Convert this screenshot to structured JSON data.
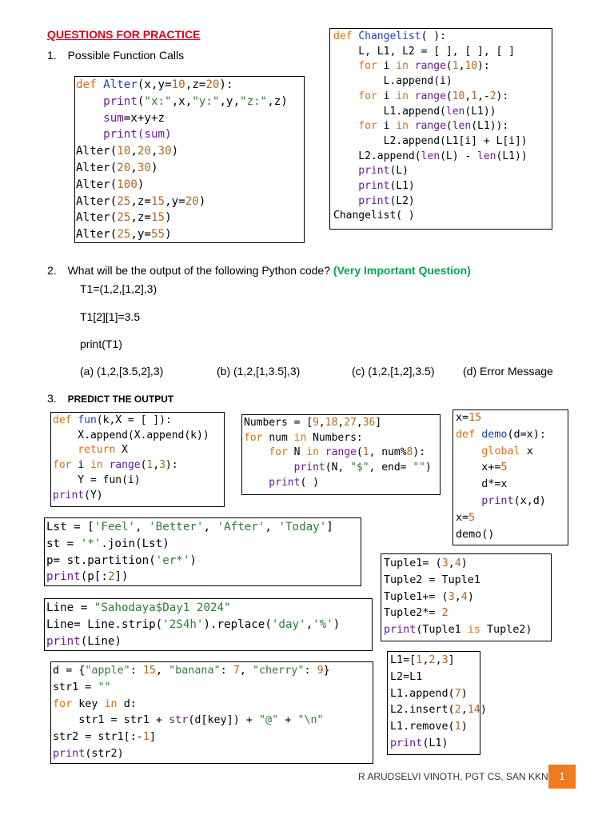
{
  "heading": "QUESTIONS FOR PRACTICE",
  "q1": {
    "label": "1.",
    "title": "Possible Function Calls"
  },
  "alter_code": [
    [
      [
        "def ",
        "kw"
      ],
      [
        "Alter",
        "blue"
      ],
      [
        "(x,y=",
        ""
      ],
      [
        "10",
        "num"
      ],
      [
        ",z=",
        ""
      ],
      [
        "20",
        "num"
      ],
      [
        "):",
        ""
      ]
    ],
    [
      [
        "    print",
        "fn"
      ],
      [
        "(",
        ""
      ],
      [
        "\"x:\"",
        "str"
      ],
      [
        ",x,",
        ""
      ],
      [
        "\"y:\"",
        "str"
      ],
      [
        ",y,",
        ""
      ],
      [
        "\"z:\"",
        "str"
      ],
      [
        ",z)",
        ""
      ]
    ],
    [
      [
        "    sum",
        "fn"
      ],
      [
        "=x+y+z",
        ""
      ]
    ],
    [
      [
        "    print",
        "fn"
      ],
      [
        "(sum)",
        "fn"
      ]
    ],
    [
      [
        "Alter(",
        ""
      ],
      [
        "10",
        "num"
      ],
      [
        ",",
        ""
      ],
      [
        "20",
        "num"
      ],
      [
        ",",
        ""
      ],
      [
        "30",
        "num"
      ],
      [
        ")",
        ""
      ]
    ],
    [
      [
        "Alter(",
        ""
      ],
      [
        "20",
        "num"
      ],
      [
        ",",
        ""
      ],
      [
        "30",
        "num"
      ],
      [
        ")",
        ""
      ]
    ],
    [
      [
        "Alter(",
        ""
      ],
      [
        "100",
        "num"
      ],
      [
        ")",
        ""
      ]
    ],
    [
      [
        "Alter(",
        ""
      ],
      [
        "25",
        "num"
      ],
      [
        ",z=",
        ""
      ],
      [
        "15",
        "num"
      ],
      [
        ",y=",
        ""
      ],
      [
        "20",
        "num"
      ],
      [
        ")",
        ""
      ]
    ],
    [
      [
        "Alter(",
        ""
      ],
      [
        "25",
        "num"
      ],
      [
        ",z=",
        ""
      ],
      [
        "15",
        "num"
      ],
      [
        ")",
        ""
      ]
    ],
    [
      [
        "Alter(",
        ""
      ],
      [
        "25",
        "num"
      ],
      [
        ",y=",
        ""
      ],
      [
        "55",
        "num"
      ],
      [
        ")",
        ""
      ]
    ]
  ],
  "changelist_code": [
    [
      [
        "def ",
        "kw"
      ],
      [
        "Changelist",
        "blue"
      ],
      [
        "( ):",
        ""
      ]
    ],
    [
      [
        "    L, L1, L2 = [ ], [ ], [ ]",
        ""
      ]
    ],
    [
      [
        "    for ",
        "kw"
      ],
      [
        "i ",
        ""
      ],
      [
        "in ",
        "kw"
      ],
      [
        "range",
        "fn"
      ],
      [
        "(",
        ""
      ],
      [
        "1",
        "num"
      ],
      [
        ",",
        ""
      ],
      [
        "10",
        "num"
      ],
      [
        "):",
        ""
      ]
    ],
    [
      [
        "        L.append(i)",
        ""
      ]
    ],
    [
      [
        "    for ",
        "kw"
      ],
      [
        "i ",
        ""
      ],
      [
        "in ",
        "kw"
      ],
      [
        "range",
        "fn"
      ],
      [
        "(",
        ""
      ],
      [
        "10",
        "num"
      ],
      [
        ",",
        ""
      ],
      [
        "1",
        "num"
      ],
      [
        ",-",
        ""
      ],
      [
        "2",
        "num"
      ],
      [
        "):",
        ""
      ]
    ],
    [
      [
        "        L1.append(",
        ""
      ],
      [
        "len",
        "fn"
      ],
      [
        "(L1))",
        ""
      ]
    ],
    [
      [
        "    for ",
        "kw"
      ],
      [
        "i ",
        ""
      ],
      [
        "in ",
        "kw"
      ],
      [
        "range",
        "fn"
      ],
      [
        "(",
        ""
      ],
      [
        "len",
        "fn"
      ],
      [
        "(L1)):",
        ""
      ]
    ],
    [
      [
        "        L2.append(L1[i] + L[i])",
        ""
      ]
    ],
    [
      [
        "    L2.append(",
        ""
      ],
      [
        "len",
        "fn"
      ],
      [
        "(L) - ",
        ""
      ],
      [
        "len",
        "fn"
      ],
      [
        "(L1))",
        ""
      ]
    ],
    [
      [
        "    print",
        "fn"
      ],
      [
        "(L)",
        ""
      ]
    ],
    [
      [
        "    print",
        "fn"
      ],
      [
        "(L1)",
        ""
      ]
    ],
    [
      [
        "    print",
        "fn"
      ],
      [
        "(L2)",
        ""
      ]
    ],
    [
      [
        "Changelist( )",
        ""
      ]
    ]
  ],
  "q2": {
    "label": "2.",
    "question": "What will be the output of the following Python code?",
    "note": "(Very Important Question)",
    "lines": [
      "T1=(1,2,[1,2],3)",
      "T1[2][1]=3.5",
      "print(T1)"
    ],
    "options": [
      "(a) (1,2,[3.5,2],3)",
      "(b) (1,2,[1,3.5],3)",
      "(c) (1,2,[1,2],3.5)",
      "(d) Error Message"
    ]
  },
  "q3": {
    "label": "3.",
    "title": "PREDICT THE OUTPUT"
  },
  "fun_code": [
    [
      [
        "def ",
        "kw"
      ],
      [
        "fun",
        "blue"
      ],
      [
        "(k,X = [ ]):",
        ""
      ]
    ],
    [
      [
        "    X.append(X.append(k))",
        ""
      ]
    ],
    [
      [
        "    return ",
        "kw"
      ],
      [
        "X",
        ""
      ]
    ],
    [
      [
        "for ",
        "kw"
      ],
      [
        "i ",
        ""
      ],
      [
        "in ",
        "kw"
      ],
      [
        "range",
        "fn"
      ],
      [
        "(",
        ""
      ],
      [
        "1",
        "num"
      ],
      [
        ",",
        ""
      ],
      [
        "3",
        "num"
      ],
      [
        "):",
        ""
      ]
    ],
    [
      [
        "    Y = fun(i)",
        ""
      ]
    ],
    [
      [
        "print",
        "fn"
      ],
      [
        "(Y)",
        ""
      ]
    ]
  ],
  "numbers_code": [
    [
      [
        "Numbers = [",
        ""
      ],
      [
        "9",
        "num"
      ],
      [
        ",",
        ""
      ],
      [
        "18",
        "num"
      ],
      [
        ",",
        ""
      ],
      [
        "27",
        "num"
      ],
      [
        ",",
        ""
      ],
      [
        "36",
        "num"
      ],
      [
        "]",
        ""
      ]
    ],
    [
      [
        "for ",
        "kw"
      ],
      [
        "num ",
        ""
      ],
      [
        "in ",
        "kw"
      ],
      [
        "Numbers:",
        ""
      ]
    ],
    [
      [
        "    for ",
        "kw"
      ],
      [
        "N ",
        ""
      ],
      [
        "in ",
        "kw"
      ],
      [
        "range",
        "fn"
      ],
      [
        "(",
        ""
      ],
      [
        "1",
        "num"
      ],
      [
        ", num%",
        ""
      ],
      [
        "8",
        "num"
      ],
      [
        "):",
        ""
      ]
    ],
    [
      [
        "        print",
        "fn"
      ],
      [
        "(N, ",
        ""
      ],
      [
        "\"$\"",
        "str"
      ],
      [
        ", end= ",
        ""
      ],
      [
        "\"\"",
        "str"
      ],
      [
        ")",
        ""
      ]
    ],
    [
      [
        "    print",
        "fn"
      ],
      [
        "( )",
        ""
      ]
    ]
  ],
  "demo_code": [
    [
      [
        "x=",
        ""
      ],
      [
        "15",
        "num"
      ]
    ],
    [
      [
        "def ",
        "kw"
      ],
      [
        "demo",
        "blue"
      ],
      [
        "(d=x):",
        ""
      ]
    ],
    [
      [
        "    global ",
        "kw"
      ],
      [
        "x",
        ""
      ]
    ],
    [
      [
        "    x+=",
        ""
      ],
      [
        "5",
        "num"
      ]
    ],
    [
      [
        "    d*=x",
        ""
      ]
    ],
    [
      [
        "    print",
        "fn"
      ],
      [
        "(x,d)",
        ""
      ]
    ],
    [
      [
        "x=",
        ""
      ],
      [
        "5",
        "num"
      ]
    ],
    [
      [
        "demo()",
        ""
      ]
    ]
  ],
  "lst_code": [
    [
      [
        "Lst = [",
        ""
      ],
      [
        "'Feel'",
        "str"
      ],
      [
        ", ",
        ""
      ],
      [
        "'Better'",
        "str"
      ],
      [
        ", ",
        ""
      ],
      [
        "'After'",
        "str"
      ],
      [
        ", ",
        ""
      ],
      [
        "'Today'",
        "str"
      ],
      [
        "]",
        ""
      ]
    ],
    [
      [
        "st = ",
        ""
      ],
      [
        "'*'",
        "str"
      ],
      [
        ".join(Lst)",
        ""
      ]
    ],
    [
      [
        "p= st.partition(",
        ""
      ],
      [
        "'er*'",
        "str"
      ],
      [
        ")",
        ""
      ]
    ],
    [
      [
        "print",
        "fn"
      ],
      [
        "(p[:",
        ""
      ],
      [
        "2",
        "num"
      ],
      [
        "])",
        ""
      ]
    ]
  ],
  "tuple_code": [
    [
      [
        "Tuple1= (",
        ""
      ],
      [
        "3",
        "num"
      ],
      [
        ",",
        ""
      ],
      [
        "4",
        "num"
      ],
      [
        ")",
        ""
      ]
    ],
    [
      [
        "Tuple2 = Tuple1",
        ""
      ]
    ],
    [
      [
        "Tuple1+= (",
        ""
      ],
      [
        "3",
        "num"
      ],
      [
        ",",
        ""
      ],
      [
        "4",
        "num"
      ],
      [
        ")",
        ""
      ]
    ],
    [
      [
        "Tuple2*= ",
        ""
      ],
      [
        "2",
        "num"
      ]
    ],
    [
      [
        "print",
        "fn"
      ],
      [
        "(Tuple1 ",
        ""
      ],
      [
        "is ",
        "kw"
      ],
      [
        "Tuple2)",
        ""
      ]
    ]
  ],
  "line_code": [
    [
      [
        "Line = ",
        ""
      ],
      [
        "\"Sahodaya$Day1 2024\"",
        "str"
      ]
    ],
    [
      [
        "Line= Line.strip(",
        ""
      ],
      [
        "'2S4h'",
        "str"
      ],
      [
        ").replace(",
        ""
      ],
      [
        "'day'",
        "str"
      ],
      [
        ",",
        ""
      ],
      [
        "'%'",
        "str"
      ],
      [
        ")",
        ""
      ]
    ],
    [
      [
        "print",
        "fn"
      ],
      [
        "(Line)",
        ""
      ]
    ]
  ],
  "dict_code": [
    [
      [
        "d = {",
        ""
      ],
      [
        "\"apple\"",
        "str"
      ],
      [
        ": ",
        ""
      ],
      [
        "15",
        "num"
      ],
      [
        ", ",
        ""
      ],
      [
        "\"banana\"",
        "str"
      ],
      [
        ": ",
        ""
      ],
      [
        "7",
        "num"
      ],
      [
        ", ",
        ""
      ],
      [
        "\"cherry\"",
        "str"
      ],
      [
        ": ",
        ""
      ],
      [
        "9",
        "num"
      ],
      [
        "}",
        ""
      ]
    ],
    [
      [
        "str1 = ",
        ""
      ],
      [
        "\"\"",
        "str"
      ]
    ],
    [
      [
        "for ",
        "kw"
      ],
      [
        "key ",
        ""
      ],
      [
        "in ",
        "kw"
      ],
      [
        "d:",
        ""
      ]
    ],
    [
      [
        "    str1 = str1 + ",
        ""
      ],
      [
        "str",
        "fn"
      ],
      [
        "(d[key]) + ",
        ""
      ],
      [
        "\"@\"",
        "str"
      ],
      [
        " + ",
        ""
      ],
      [
        "\"\\n\"",
        "str"
      ]
    ],
    [
      [
        "str2 = str1[:-",
        ""
      ],
      [
        "1",
        "num"
      ],
      [
        "]",
        ""
      ]
    ],
    [
      [
        "print",
        "fn"
      ],
      [
        "(str2)",
        ""
      ]
    ]
  ],
  "l1_code": [
    [
      [
        "L1=[",
        ""
      ],
      [
        "1",
        "num"
      ],
      [
        ",",
        ""
      ],
      [
        "2",
        "num"
      ],
      [
        ",",
        ""
      ],
      [
        "3",
        "num"
      ],
      [
        "]",
        ""
      ]
    ],
    [
      [
        "L2=L1",
        ""
      ]
    ],
    [
      [
        "L1.append(",
        ""
      ],
      [
        "7",
        "num"
      ],
      [
        ")",
        ""
      ]
    ],
    [
      [
        "L2.insert(",
        ""
      ],
      [
        "2",
        "num"
      ],
      [
        ",",
        ""
      ],
      [
        "14",
        "num"
      ],
      [
        ")",
        ""
      ]
    ],
    [
      [
        "L1.remove(",
        ""
      ],
      [
        "1",
        "num"
      ],
      [
        ")",
        ""
      ]
    ],
    [
      [
        "print",
        "fn"
      ],
      [
        "(L1)",
        ""
      ]
    ]
  ],
  "footer": {
    "author": "R ARUDSELVI VINOTH, PGT CS, SAN KKN",
    "page": "1"
  },
  "colors": {
    "heading": "#e0001b",
    "keyword": "#e46c0a",
    "builtin": "#6a1b9a",
    "funcname": "#1a3fbf",
    "string": "#2e7d32",
    "number": "#b5651d",
    "important": "#00a650",
    "page_badge": "#f07a1e"
  }
}
